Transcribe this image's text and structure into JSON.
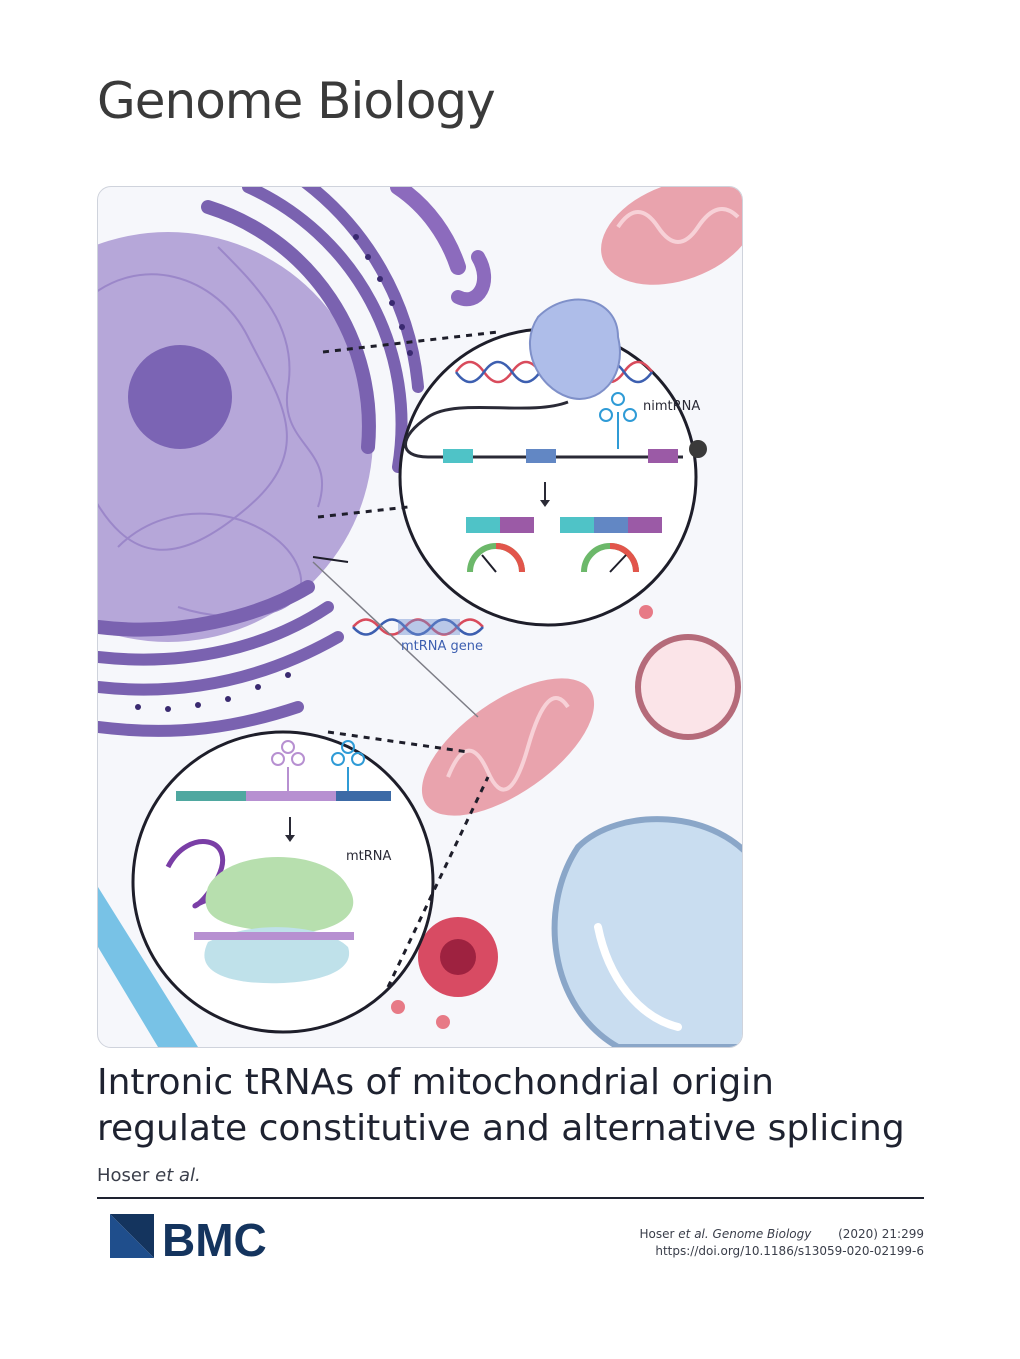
{
  "journal": {
    "title": "Genome Biology"
  },
  "cover": {
    "labels": {
      "nimtrna": "nimtRNA",
      "mtrna_gene": "mtRNA gene",
      "mtrna": "mtRNA"
    }
  },
  "article": {
    "title": "Intronic tRNAs of mitochondrial origin regulate constitutive and alternative splicing",
    "authors_name": "Hoser",
    "authors_etal": "et al."
  },
  "publisher": {
    "logo_text": "BMC",
    "brand_color": "#14345e"
  },
  "citation": {
    "author": "Hoser",
    "etal": "et al.",
    "journal": "Genome Biology",
    "year_volume": "(2020) 21:299",
    "doi": "https://doi.org/10.1186/s13059-020-02199-6"
  },
  "colors": {
    "nucleus": "#b3a5d6",
    "er": "#7a62b0",
    "mito": "#e9a3ad",
    "vacuole": "#c9ddf0"
  }
}
